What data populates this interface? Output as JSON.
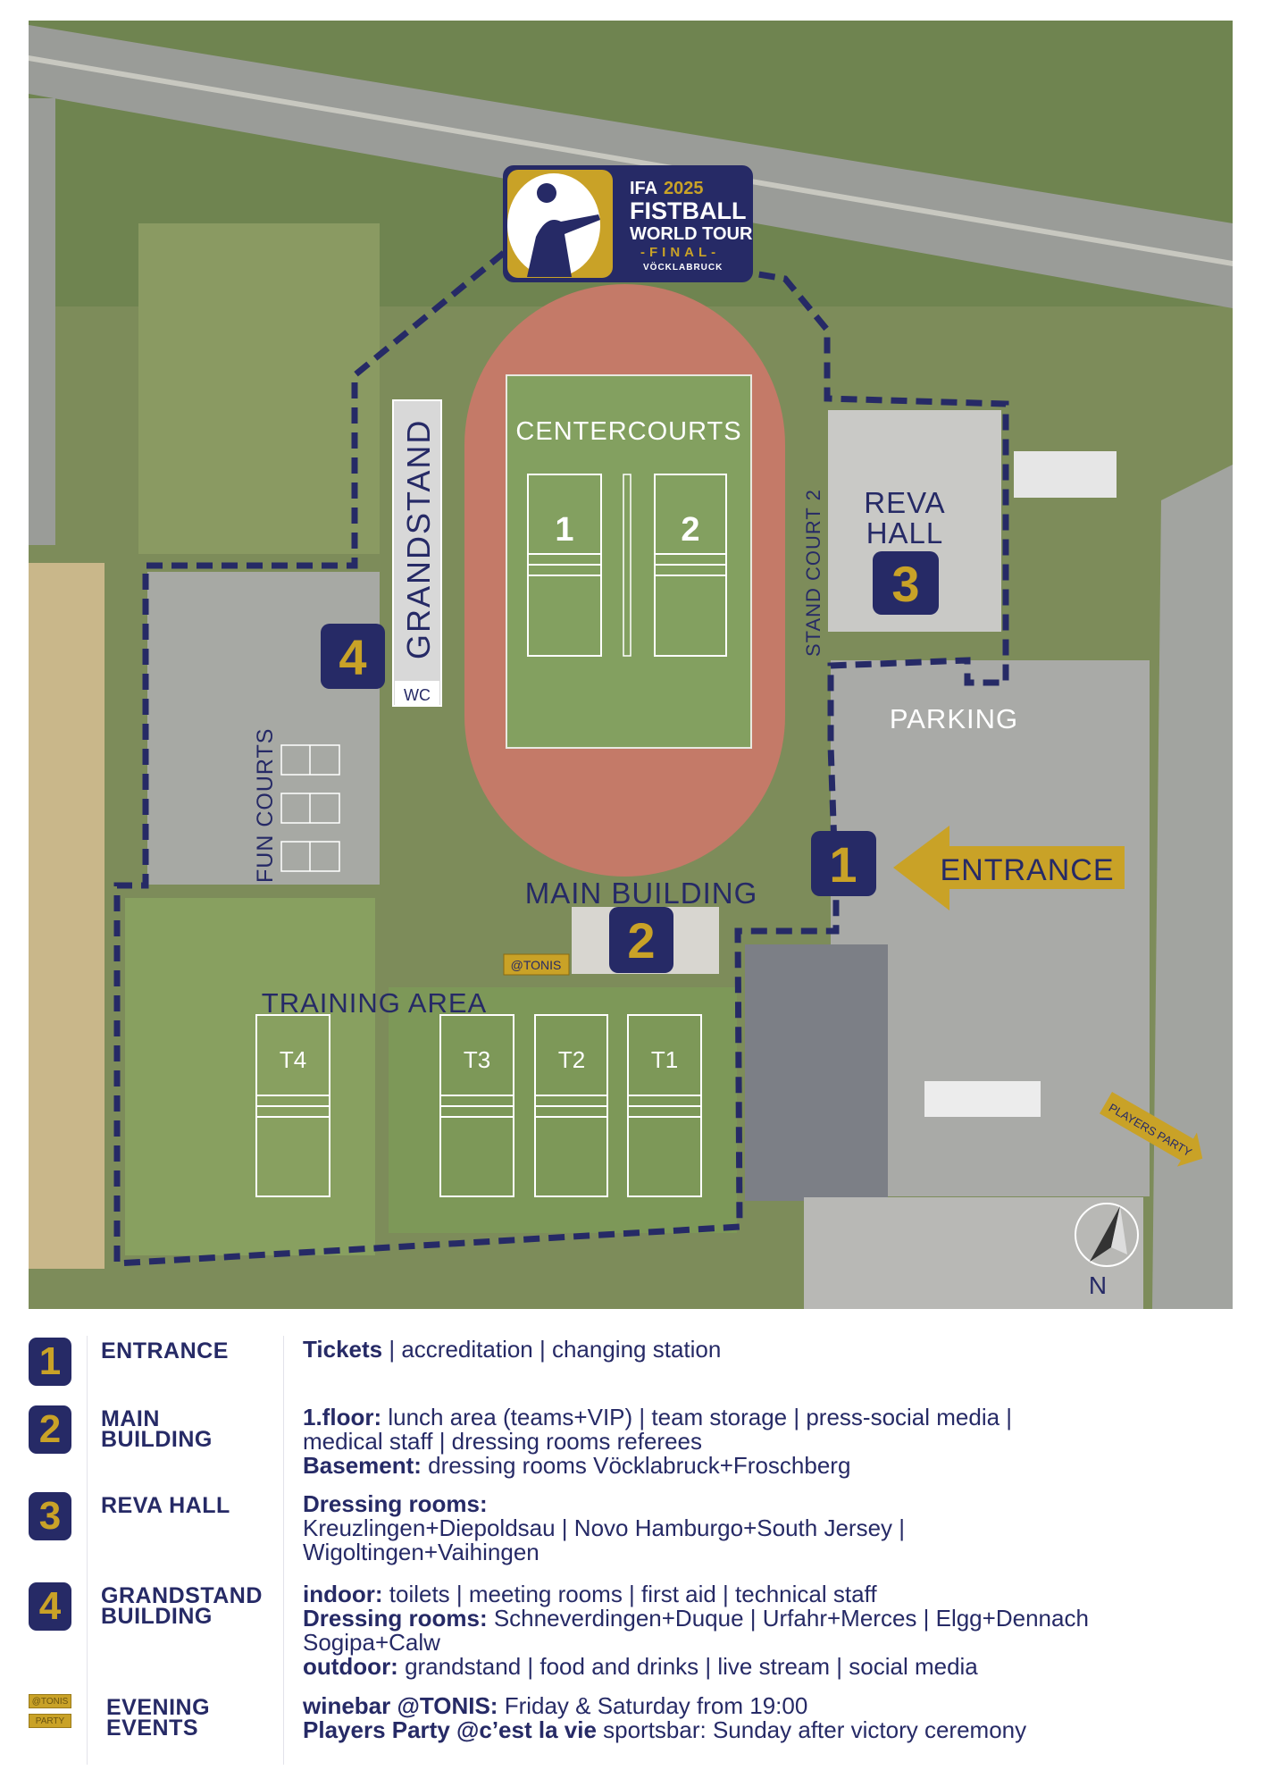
{
  "logo": {
    "line1a": "IFA",
    "line1b": "2025",
    "line2": "FISTBALL",
    "line3": "WORLD TOUR",
    "line4": "-FINAL-",
    "line5": "VÖCKLABRUCK"
  },
  "map": {
    "centercourts": "CENTERCOURTS",
    "court1": "1",
    "court2": "2",
    "grandstand": "GRANDSTAND",
    "wc": "WC",
    "stand_court": "STAND COURT 2",
    "reva1": "REVA",
    "reva2": "HALL",
    "parking": "PARKING",
    "entrance": "ENTRANCE",
    "main_building": "MAIN BUILDING",
    "tonis": "@TONIS",
    "fun_courts": "FUN COURTS",
    "training_area": "TRAINING AREA",
    "t4": "T4",
    "t3": "T3",
    "t2": "T2",
    "t1": "T1",
    "players_party": "PLAYERS PARTY",
    "north": "N",
    "badges": [
      "1",
      "2",
      "3",
      "4"
    ]
  },
  "legend": [
    {
      "num": "1",
      "label": [
        "ENTRANCE"
      ],
      "lines": [
        [
          {
            "b": "Tickets"
          },
          {
            "t": " | accreditation | changing station"
          }
        ]
      ]
    },
    {
      "num": "2",
      "label": [
        "MAIN",
        "BUILDING"
      ],
      "lines": [
        [
          {
            "b": "1.floor:"
          },
          {
            "t": " lunch area (teams+VIP) | team storage | press-social media |"
          }
        ],
        [
          {
            "t": "medical staff | dressing rooms referees"
          }
        ],
        [
          {
            "b": "Basement:"
          },
          {
            "t": " dressing rooms Vöcklabruck+Froschberg"
          }
        ]
      ]
    },
    {
      "num": "3",
      "label": [
        "REVA HALL"
      ],
      "lines": [
        [
          {
            "b": "Dressing rooms:"
          }
        ],
        [
          {
            "t": "Kreuzlingen+Diepoldsau | Novo Hamburgo+South Jersey |"
          }
        ],
        [
          {
            "t": "Wigoltingen+Vaihingen"
          }
        ]
      ]
    },
    {
      "num": "4",
      "label": [
        "GRANDSTAND",
        "BUILDING"
      ],
      "lines": [
        [
          {
            "b": "indoor:"
          },
          {
            "t": " toilets | meeting rooms | first aid | technical staff"
          }
        ],
        [
          {
            "b": "Dressing rooms:"
          },
          {
            "t": " Schneverdingen+Duque | Urfahr+Merces | Elgg+Dennach"
          }
        ],
        [
          {
            "t": "Sogipa+Calw"
          }
        ],
        [
          {
            "b": "outdoor:"
          },
          {
            "t": " grandstand | food and drinks | live stream | social media"
          }
        ]
      ]
    },
    {
      "num": "",
      "tags": [
        "@TONIS",
        "PARTY"
      ],
      "label": [
        "EVENING",
        "EVENTS"
      ],
      "lines": [
        [
          {
            "b": "winebar @TONIS:"
          },
          {
            "t": " Friday & Saturday from 19:00"
          }
        ],
        [
          {
            "b": "Players Party @c’est la vie"
          },
          {
            "t": " sportsbar: Sunday after victory ceremony"
          }
        ]
      ]
    }
  ],
  "colors": {
    "navy": "#262a66",
    "gold": "#c9a227"
  }
}
